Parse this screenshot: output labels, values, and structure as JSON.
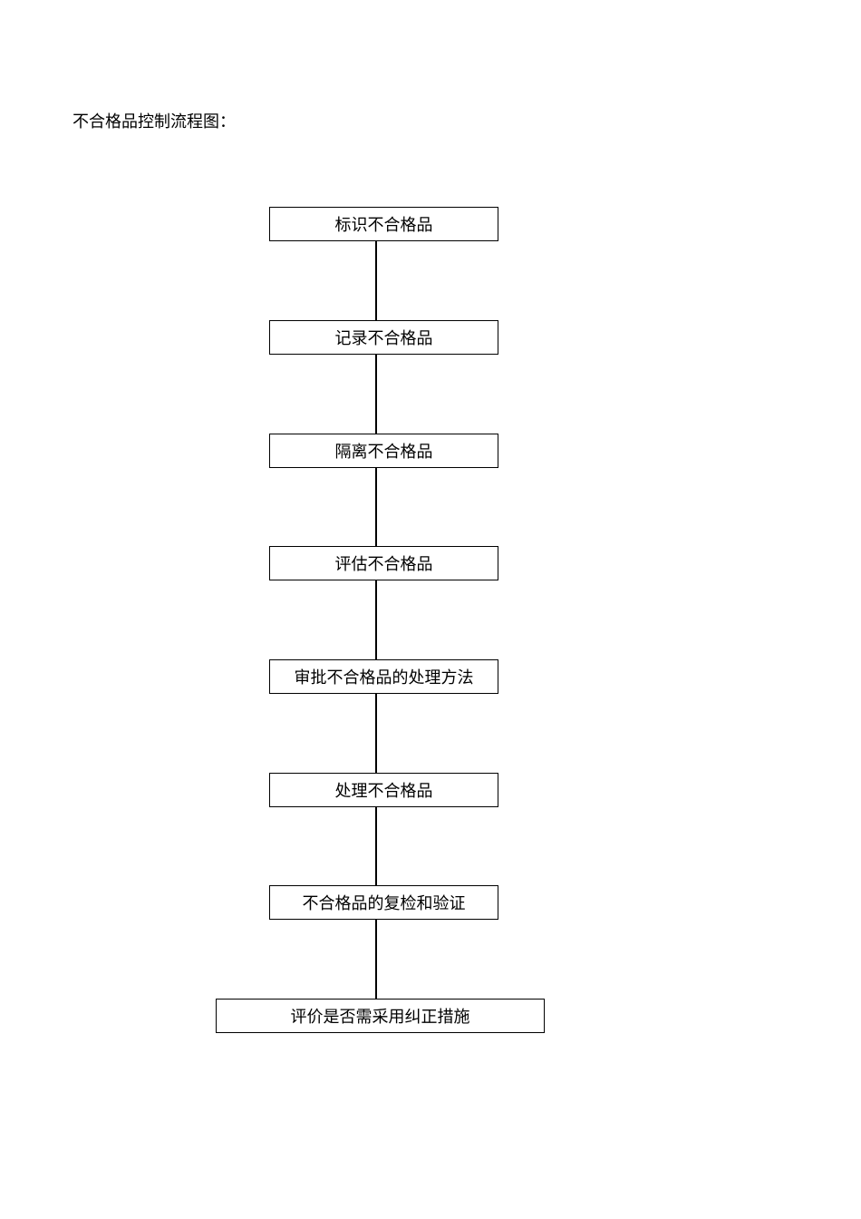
{
  "title": "不合格品控制流程图：",
  "steps": [
    "标识不合格品",
    "记录不合格品",
    "隔离不合格品",
    "评估不合格品",
    "审批不合格品的处理方法",
    "处理不合格品",
    "不合格品的复检和验证",
    "评价是否需采用纠正措施"
  ]
}
